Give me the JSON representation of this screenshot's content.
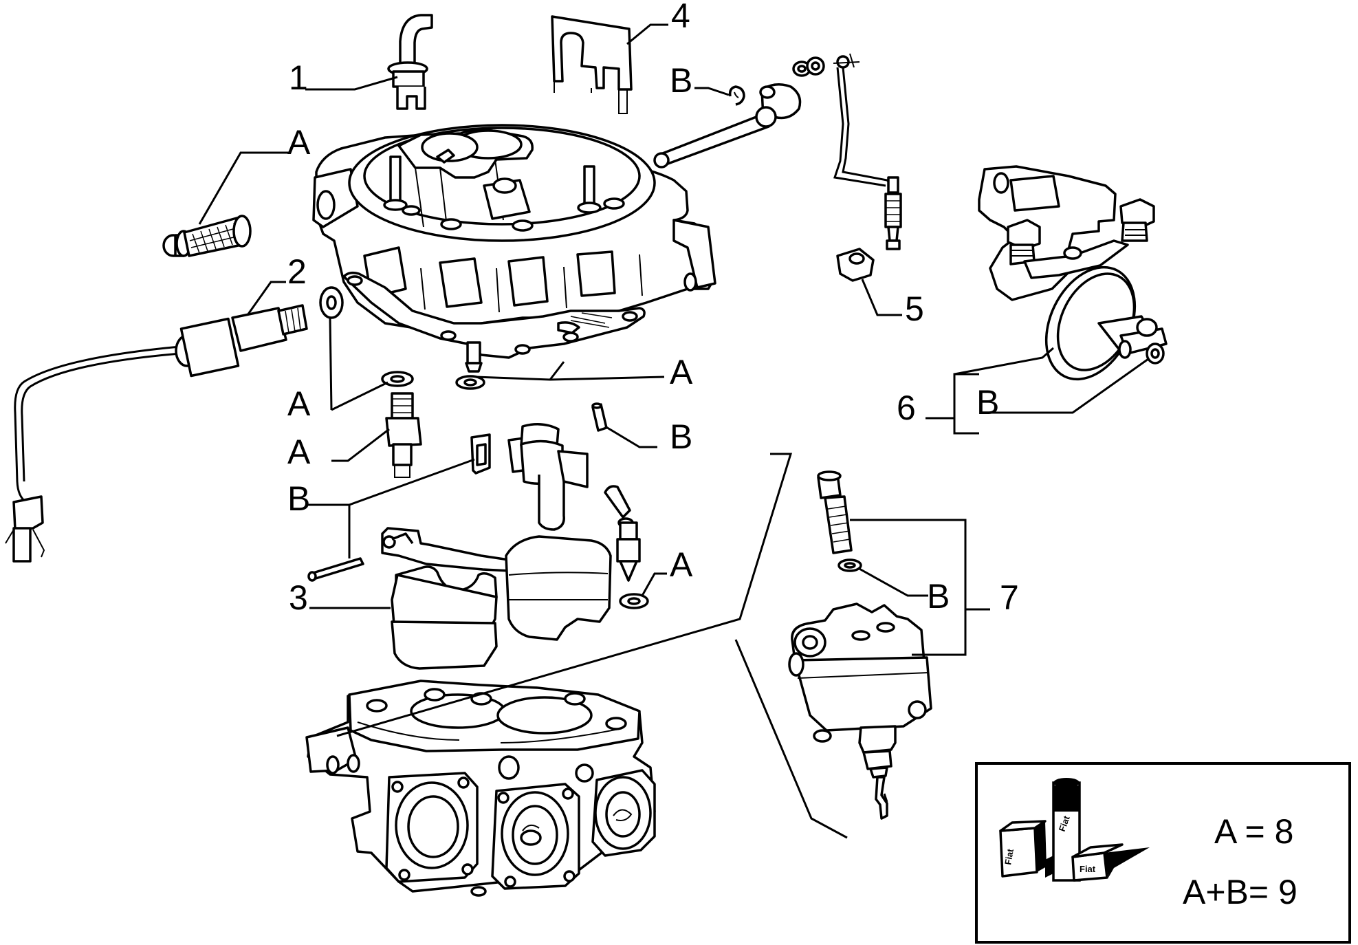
{
  "callouts": {
    "n1": "1",
    "n2": "2",
    "n3": "3",
    "n4": "4",
    "n5": "5",
    "n6": "6",
    "n7": "7",
    "a": "A",
    "b": "B"
  },
  "kit_legend": {
    "line_a": "A = 8",
    "line_ab": "A+B= 9",
    "brand": "Fiat"
  }
}
